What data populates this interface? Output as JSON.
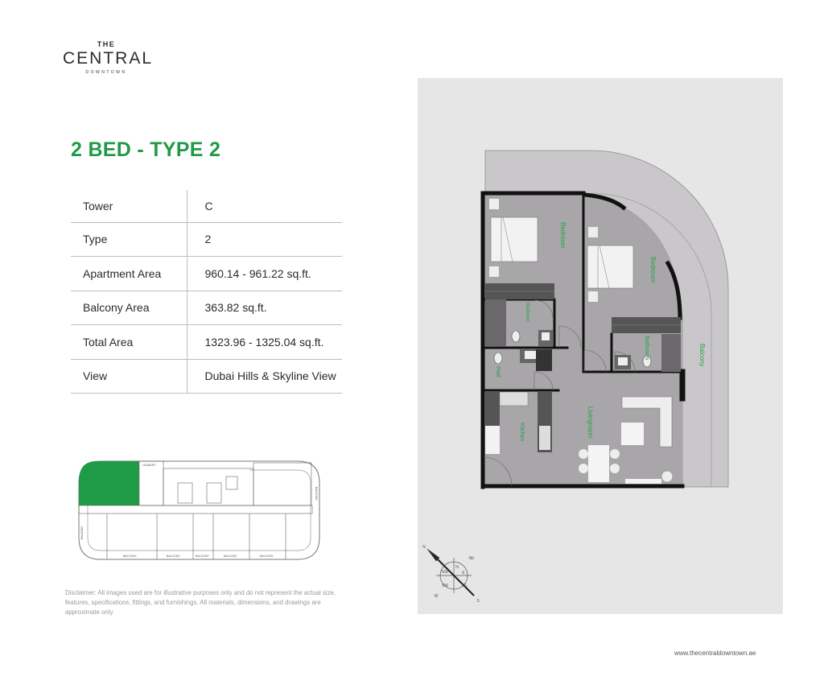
{
  "logo": {
    "the": "THE",
    "central": "CENTRAL",
    "downtown": "DOWNTOWN"
  },
  "title": "2 BED - TYPE 2",
  "specs": [
    {
      "label": "Tower",
      "value": "C"
    },
    {
      "label": "Type",
      "value": "2"
    },
    {
      "label": "Apartment Area",
      "value": "960.14 - 961.22 sq.ft."
    },
    {
      "label": "Balcony Area",
      "value": "363.82 sq.ft."
    },
    {
      "label": "Total Area",
      "value": "1323.96 - 1325.04 sq.ft."
    },
    {
      "label": "View",
      "value": "Dubai Hills & Skyline View"
    }
  ],
  "keyplan": {
    "labels": [
      "LAUNDRY",
      "BALCONY",
      "BALCONY",
      "BALCONY",
      "BALCONY",
      "BALCONY",
      "BALCONY",
      "BALCONY"
    ],
    "highlight_color": "#1f9a47"
  },
  "disclaimer": "Disclaimer: All images used are for illustrative purposes only and do not represent the actual size, features, specifications, fittings, and furnishings. All materials, dimensions, and drawings are approximate only.",
  "floorplan": {
    "rooms": {
      "bedroom1": "Bedroom",
      "bedroom2": "Bedroom",
      "bath1": "Bedroom",
      "bath2": "Bathroom",
      "balcony": "Balcony",
      "pwd": "Pwd",
      "kitchen": "Kitchen",
      "living": "Livingroom"
    },
    "label_color": "#22a24a"
  },
  "compass": {
    "n": "N",
    "ne": "NE",
    "e": "E",
    "se": "SE",
    "s": "S",
    "sw": "SW",
    "w": "W",
    "nw": "NW"
  },
  "website": "www.thecentraldowntown.ae"
}
